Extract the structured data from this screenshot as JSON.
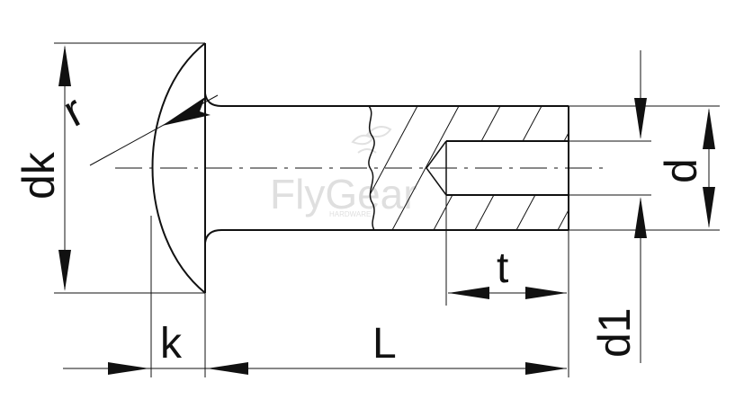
{
  "drawing": {
    "title": "semi-tubular rivet dimension drawing",
    "colors": {
      "ink": "#111111",
      "background": "#ffffff",
      "watermark": "#d9d9d9"
    },
    "labels": {
      "dk": "dk",
      "r": "r",
      "k": "k",
      "L": "L",
      "t": "t",
      "d": "d",
      "d1": "d1"
    },
    "watermark": {
      "brand": "FlyGear",
      "registered": "®",
      "sub": "HARDWARE"
    }
  }
}
